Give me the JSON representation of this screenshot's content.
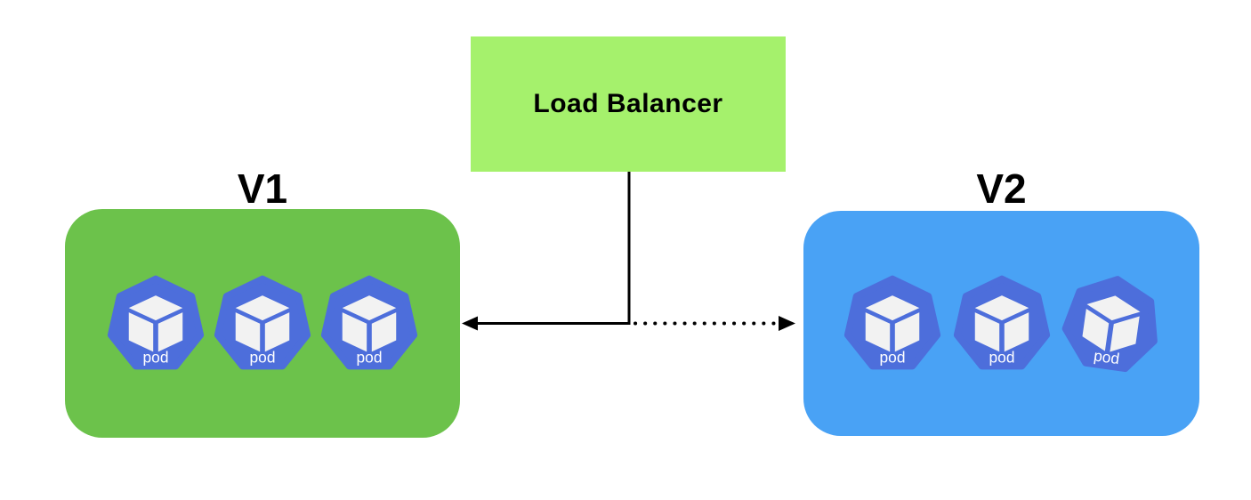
{
  "diagram": {
    "background": "#ffffff",
    "load_balancer": {
      "label": "Load Balancer",
      "fill": "#a5f16c",
      "text_color": "#000000"
    },
    "groups": [
      {
        "label": "V1",
        "fill": "#6cc24b",
        "pods": [
          {
            "label": "pod"
          },
          {
            "label": "pod"
          },
          {
            "label": "pod"
          }
        ]
      },
      {
        "label": "V2",
        "fill": "#49a2f5",
        "pods": [
          {
            "label": "pod"
          },
          {
            "label": "pod"
          },
          {
            "label": "pod"
          }
        ]
      }
    ],
    "pod_icon": {
      "name": "kubernetes-pod-icon",
      "fill": "#4d6edb",
      "cube_color": "#f2f2f2",
      "label_color": "#ffffff"
    },
    "connectors": {
      "color": "#000000",
      "to_v1": {
        "style": "solid"
      },
      "to_v2": {
        "style": "dotted"
      }
    }
  }
}
